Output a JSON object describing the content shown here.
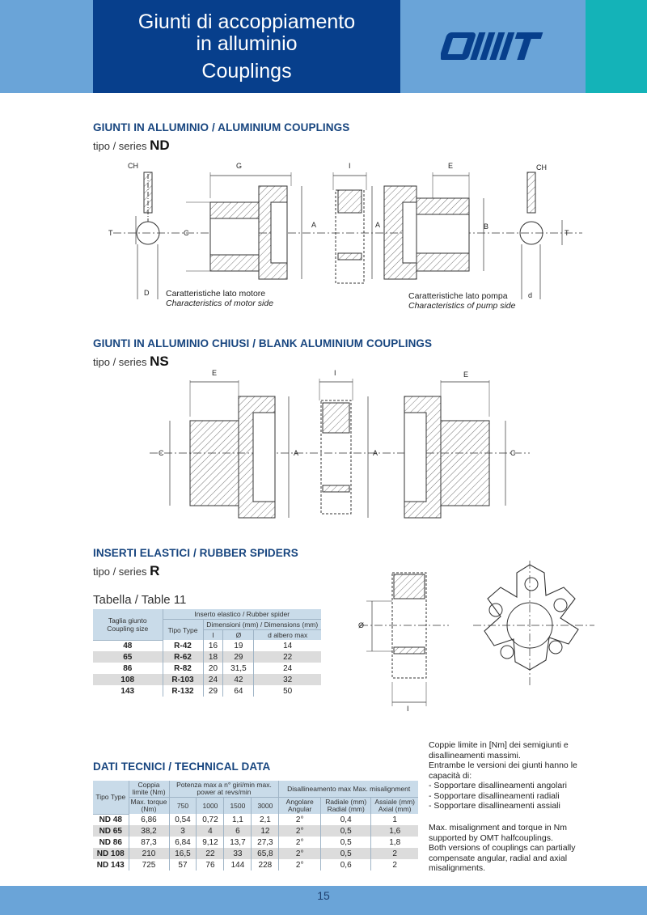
{
  "header": {
    "title_line1": "Giunti di accoppiamento",
    "title_line2": "in alluminio",
    "title_line3": "Couplings",
    "logo": "OMT",
    "colors": {
      "dark_blue": "#073f8c",
      "light_blue": "#6aa4d8",
      "teal": "#14b3b8"
    }
  },
  "section_nd": {
    "title": "GIUNTI IN ALLUMINIO / ALUMINIUM COUPLINGS",
    "series_prefix": "tipo / series",
    "series_code": "ND",
    "labels": {
      "ch_left": "CH",
      "g": "G",
      "i": "I",
      "e": "E",
      "ch_right": "CH",
      "t_left": "T",
      "c": "C",
      "a1": "A",
      "a2": "A",
      "b": "B",
      "t_right": "T",
      "d_left": "D",
      "d_right": "d"
    },
    "motor_it": "Caratteristiche lato motore",
    "motor_en": "Characteristics of motor side",
    "pump_it": "Caratteristiche lato pompa",
    "pump_en": "Characteristics of pump side"
  },
  "section_ns": {
    "title": "GIUNTI IN ALLUMINIO CHIUSI / BLANK ALUMINIUM COUPLINGS",
    "series_prefix": "tipo / series",
    "series_code": "NS",
    "labels": {
      "e_left": "E",
      "i": "I",
      "e_right": "E",
      "c_left": "C",
      "a1": "A",
      "a2": "A",
      "c_right": "C"
    }
  },
  "section_r": {
    "title": "INSERTI ELASTICI / RUBBER SPIDERS",
    "series_prefix": "tipo / series",
    "series_code": "R",
    "table_caption": "Tabella / Table 11",
    "labels": {
      "diam": "Ø",
      "i": "I"
    },
    "table": {
      "h_size": "Taglia giunto Coupling size",
      "h_insert": "Inserto elastico / Rubber spider",
      "h_type": "Tipo Type",
      "h_dims": "Dimensioni (mm) / Dimensions (mm)",
      "h_i": "I",
      "h_o": "Ø",
      "h_d": "d albero max",
      "rows": [
        {
          "size": "48",
          "type": "R-42",
          "i": "16",
          "o": "19",
          "d": "14"
        },
        {
          "size": "65",
          "type": "R-62",
          "i": "18",
          "o": "29",
          "d": "22"
        },
        {
          "size": "86",
          "type": "R-82",
          "i": "20",
          "o": "31,5",
          "d": "24"
        },
        {
          "size": "108",
          "type": "R-103",
          "i": "24",
          "o": "42",
          "d": "32"
        },
        {
          "size": "143",
          "type": "R-132",
          "i": "29",
          "o": "64",
          "d": "50"
        }
      ]
    }
  },
  "section_tech": {
    "title": "DATI TECNICI / TECHNICAL DATA",
    "table": {
      "h_type": "Tipo Type",
      "h_torque_top": "Coppia limite (Nm)",
      "h_torque_bottom": "Max. torque (Nm)",
      "h_power": "Potenza max a n° giri/min max. power at revs/min",
      "h_rpm": [
        "750",
        "1000",
        "1500",
        "3000"
      ],
      "h_mis": "Disallineamento max Max. misalignment",
      "h_ang": "Angolare Angular",
      "h_rad": "Radiale (mm) Radial (mm)",
      "h_ax": "Assiale (mm) Axial (mm)",
      "rows": [
        {
          "type": "ND 48",
          "torque": "6,86",
          "p750": "0,54",
          "p1000": "0,72",
          "p1500": "1,1",
          "p3000": "2,1",
          "ang": "2°",
          "rad": "0,4",
          "ax": "1"
        },
        {
          "type": "ND 65",
          "torque": "38,2",
          "p750": "3",
          "p1000": "4",
          "p1500": "6",
          "p3000": "12",
          "ang": "2°",
          "rad": "0,5",
          "ax": "1,6"
        },
        {
          "type": "ND 86",
          "torque": "87,3",
          "p750": "6,84",
          "p1000": "9,12",
          "p1500": "13,7",
          "p3000": "27,3",
          "ang": "2°",
          "rad": "0,5",
          "ax": "1,8"
        },
        {
          "type": "ND 108",
          "torque": "210",
          "p750": "16,5",
          "p1000": "22",
          "p1500": "33",
          "p3000": "65,8",
          "ang": "2°",
          "rad": "0,5",
          "ax": "2"
        },
        {
          "type": "ND 143",
          "torque": "725",
          "p750": "57",
          "p1000": "76",
          "p1500": "144",
          "p3000": "228",
          "ang": "2°",
          "rad": "0,6",
          "ax": "2"
        }
      ]
    },
    "notes_it": {
      "line1": "Coppie limite in [Nm] dei semigiunti e disallineamenti massimi.",
      "line2": "Entrambe le versioni dei giunti hanno le capacità di:",
      "b1": "- Sopportare disallineamenti angolari",
      "b2": "- Sopportare disallineamenti radiali",
      "b3": "- Sopportare disallineamenti assiali"
    },
    "notes_en": {
      "line1": "Max. misalignment and torque in Nm supported by OMT halfcouplings.",
      "line2": "Both versions of couplings can partially compensate angular, radial and axial misalignments."
    }
  },
  "footer": {
    "page": "15"
  }
}
